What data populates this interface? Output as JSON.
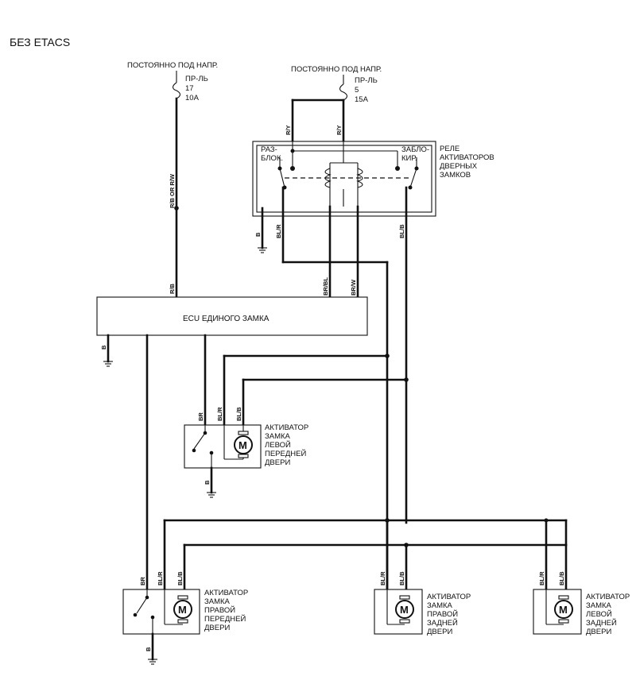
{
  "title": "БЕЗ ETACS",
  "supply": {
    "left": {
      "label": "ПОСТОЯННО ПОД НАПР.",
      "fuse_name": "ПР-ЛЬ",
      "fuse_no": "17",
      "fuse_amp": "10A"
    },
    "right": {
      "label": "ПОСТОЯННО ПОД НАПР.",
      "fuse_name": "ПР-ЛЬ",
      "fuse_no": "5",
      "fuse_amp": "15A"
    }
  },
  "relay": {
    "title_lines": [
      "РЕЛЕ",
      "АКТИВАТОРОВ",
      "ДВЕРНЫХ",
      "ЗАМКОВ"
    ],
    "unlock_lines": [
      "РАЗ-",
      "БЛОК."
    ],
    "lock_lines": [
      "ЗАБЛО-",
      "КИР."
    ]
  },
  "ecu": {
    "label": "ECU  ЕДИНОГО ЗАМКА"
  },
  "wires": {
    "r_b_or_r_w": "R/B OR R/W",
    "r_y_1": "R/Y",
    "r_y_2": "R/Y",
    "r_b": "R/B",
    "br_bl": "BR/BL",
    "br_w": "BR/W",
    "relay_ground": "B",
    "relay_bl_r": "BL/R",
    "relay_bl_b": "BL/B",
    "ecu_ground": "B",
    "lf_br": "BR",
    "lf_bl_r": "BL/R",
    "lf_bl_b": "BL/B",
    "lf_ground": "B",
    "rf_br": "BR",
    "rf_bl_r": "BL/R",
    "rf_bl_b": "BL/B",
    "rf_ground": "B",
    "rr_bl_r": "BL/R",
    "rr_bl_b": "BL/B",
    "lr_bl_r": "BL/R",
    "lr_bl_b": "BL/B"
  },
  "motor_symbol": "M",
  "actuators": {
    "left_front": [
      "АКТИВАТОР",
      "ЗАМКА",
      "ЛЕВОЙ",
      "ПЕРЕДНЕЙ",
      "ДВЕРИ"
    ],
    "right_front": [
      "АКТИВАТОР",
      "ЗАМКА",
      "ПРАВОЙ",
      "ПЕРЕДНЕЙ",
      "ДВЕРИ"
    ],
    "right_rear": [
      "АКТИВАТОР",
      "ЗАМКА",
      "ПРАВОЙ",
      "ЗАДНЕЙ",
      "ДВЕРИ"
    ],
    "left_rear": [
      "АКТИВАТОР",
      "ЗАМКА",
      "ЛЕВОЙ",
      "ЗАДНЕЙ",
      "ДВЕРИ"
    ]
  }
}
